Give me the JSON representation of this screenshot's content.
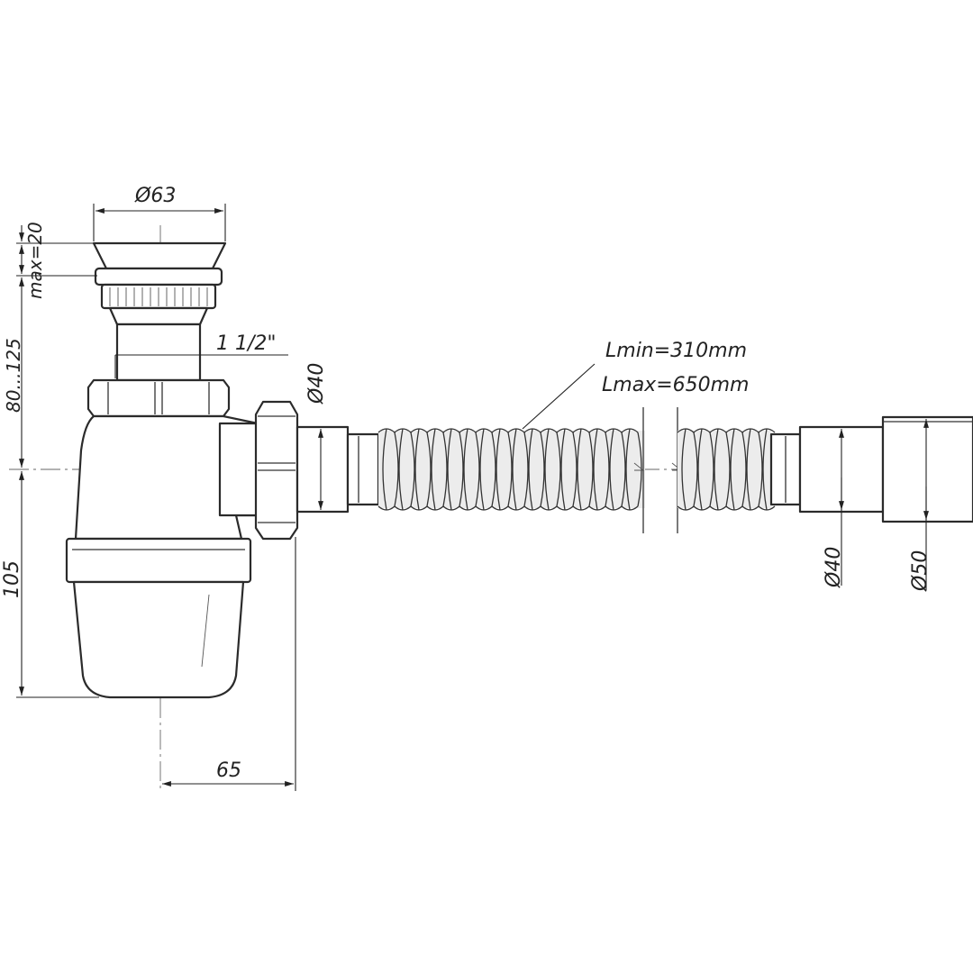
{
  "drawing": {
    "dims": {
      "top_diameter": "Ø63",
      "thread": "1 1/2\"",
      "outlet_diameter": "Ø40",
      "hose_min": "Lmin=310mm",
      "hose_max": "Lmax=650mm",
      "end_inner": "Ø40",
      "end_outer": "Ø50",
      "flange_max": "max=20",
      "height_range": "80...125",
      "bottom_height": "105",
      "horizontal_offset": "65"
    }
  }
}
